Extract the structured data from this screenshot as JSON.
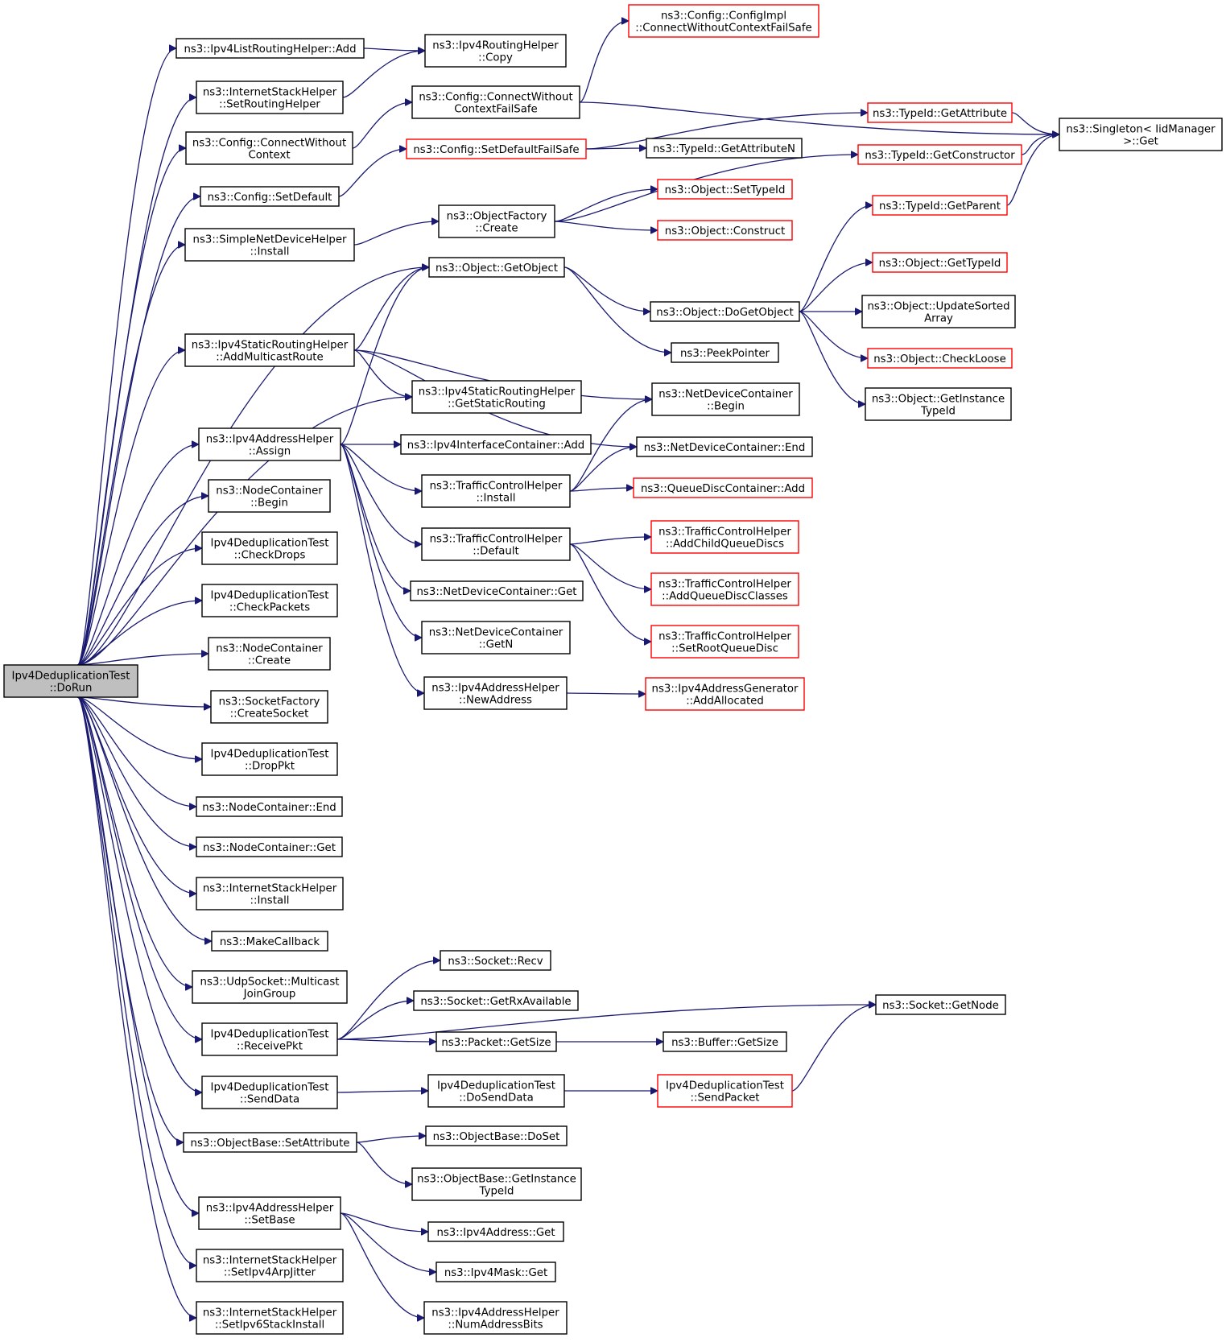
{
  "diagram": {
    "root_node": "Ipv4DeduplicationTest::DoRun",
    "nodes": [
      {
        "id": "root",
        "lines": [
          "Ipv4DeduplicationTest",
          "::DoRun"
        ],
        "style": "root"
      },
      {
        "id": "ilrh_add",
        "lines": [
          "ns3::Ipv4ListRoutingHelper::Add"
        ],
        "style": "black"
      },
      {
        "id": "ish_setrouting",
        "lines": [
          "ns3::InternetStackHelper",
          "::SetRoutingHelper"
        ],
        "style": "black"
      },
      {
        "id": "cfg_cwc",
        "lines": [
          "ns3::Config::ConnectWithout",
          "Context"
        ],
        "style": "black"
      },
      {
        "id": "cfg_setdefault",
        "lines": [
          "ns3::Config::SetDefault"
        ],
        "style": "black"
      },
      {
        "id": "sndh_install",
        "lines": [
          "ns3::SimpleNetDeviceHelper",
          "::Install"
        ],
        "style": "black"
      },
      {
        "id": "isrh_addmc",
        "lines": [
          "ns3::Ipv4StaticRoutingHelper",
          "::AddMulticastRoute"
        ],
        "style": "black"
      },
      {
        "id": "iah_assign",
        "lines": [
          "ns3::Ipv4AddressHelper",
          "::Assign"
        ],
        "style": "black"
      },
      {
        "id": "nc_begin",
        "lines": [
          "ns3::NodeContainer",
          "::Begin"
        ],
        "style": "black"
      },
      {
        "id": "idt_checkdrops",
        "lines": [
          "Ipv4DeduplicationTest",
          "::CheckDrops"
        ],
        "style": "black"
      },
      {
        "id": "idt_checkpackets",
        "lines": [
          "Ipv4DeduplicationTest",
          "::CheckPackets"
        ],
        "style": "black"
      },
      {
        "id": "nc_create",
        "lines": [
          "ns3::NodeContainer",
          "::Create"
        ],
        "style": "black"
      },
      {
        "id": "sf_createsocket",
        "lines": [
          "ns3::SocketFactory",
          "::CreateSocket"
        ],
        "style": "black"
      },
      {
        "id": "idt_droppkt",
        "lines": [
          "Ipv4DeduplicationTest",
          "::DropPkt"
        ],
        "style": "black"
      },
      {
        "id": "nc_end",
        "lines": [
          "ns3::NodeContainer::End"
        ],
        "style": "black"
      },
      {
        "id": "nc_get",
        "lines": [
          "ns3::NodeContainer::Get"
        ],
        "style": "black"
      },
      {
        "id": "ish_install",
        "lines": [
          "ns3::InternetStackHelper",
          "::Install"
        ],
        "style": "black"
      },
      {
        "id": "makecallback",
        "lines": [
          "ns3::MakeCallback"
        ],
        "style": "black"
      },
      {
        "id": "udp_mcjoin",
        "lines": [
          "ns3::UdpSocket::Multicast",
          "JoinGroup"
        ],
        "style": "black"
      },
      {
        "id": "idt_receivepkt",
        "lines": [
          "Ipv4DeduplicationTest",
          "::ReceivePkt"
        ],
        "style": "black"
      },
      {
        "id": "idt_senddata",
        "lines": [
          "Ipv4DeduplicationTest",
          "::SendData"
        ],
        "style": "black"
      },
      {
        "id": "ob_setattr",
        "lines": [
          "ns3::ObjectBase::SetAttribute"
        ],
        "style": "black"
      },
      {
        "id": "iah_setbase",
        "lines": [
          "ns3::Ipv4AddressHelper",
          "::SetBase"
        ],
        "style": "black"
      },
      {
        "id": "ish_arpjitter",
        "lines": [
          "ns3::InternetStackHelper",
          "::SetIpv4ArpJitter"
        ],
        "style": "black"
      },
      {
        "id": "ish_ipv6",
        "lines": [
          "ns3::InternetStackHelper",
          "::SetIpv6StackInstall"
        ],
        "style": "black"
      },
      {
        "id": "irh_copy",
        "lines": [
          "ns3::Ipv4RoutingHelper",
          "::Copy"
        ],
        "style": "black"
      },
      {
        "id": "cfg_cwcfs",
        "lines": [
          "ns3::Config::ConnectWithout",
          "ContextFailSafe"
        ],
        "style": "black"
      },
      {
        "id": "cfg_sdfs",
        "lines": [
          "ns3::Config::SetDefaultFailSafe"
        ],
        "style": "red"
      },
      {
        "id": "of_create",
        "lines": [
          "ns3::ObjectFactory",
          "::Create"
        ],
        "style": "black"
      },
      {
        "id": "obj_getobject",
        "lines": [
          "ns3::Object::GetObject"
        ],
        "style": "black"
      },
      {
        "id": "isrh_getstatic",
        "lines": [
          "ns3::Ipv4StaticRoutingHelper",
          "::GetStaticRouting"
        ],
        "style": "black"
      },
      {
        "id": "iic_add",
        "lines": [
          "ns3::Ipv4InterfaceContainer::Add"
        ],
        "style": "black"
      },
      {
        "id": "tch_install",
        "lines": [
          "ns3::TrafficControlHelper",
          "::Install"
        ],
        "style": "black"
      },
      {
        "id": "tch_default",
        "lines": [
          "ns3::TrafficControlHelper",
          "::Default"
        ],
        "style": "black"
      },
      {
        "id": "ndc_get",
        "lines": [
          "ns3::NetDeviceContainer::Get"
        ],
        "style": "black"
      },
      {
        "id": "ndc_getn",
        "lines": [
          "ns3::NetDeviceContainer",
          "::GetN"
        ],
        "style": "black"
      },
      {
        "id": "iah_newaddr",
        "lines": [
          "ns3::Ipv4AddressHelper",
          "::NewAddress"
        ],
        "style": "black"
      },
      {
        "id": "sock_recv",
        "lines": [
          "ns3::Socket::Recv"
        ],
        "style": "black"
      },
      {
        "id": "sock_getrx",
        "lines": [
          "ns3::Socket::GetRxAvailable"
        ],
        "style": "black"
      },
      {
        "id": "pkt_getsize",
        "lines": [
          "ns3::Packet::GetSize"
        ],
        "style": "black"
      },
      {
        "id": "idt_dosenddata",
        "lines": [
          "Ipv4DeduplicationTest",
          "::DoSendData"
        ],
        "style": "black"
      },
      {
        "id": "ob_doset",
        "lines": [
          "ns3::ObjectBase::DoSet"
        ],
        "style": "black"
      },
      {
        "id": "ob_getinstancetid",
        "lines": [
          "ns3::ObjectBase::GetInstance",
          "TypeId"
        ],
        "style": "black"
      },
      {
        "id": "ia_get",
        "lines": [
          "ns3::Ipv4Address::Get"
        ],
        "style": "black"
      },
      {
        "id": "im_get",
        "lines": [
          "ns3::Ipv4Mask::Get"
        ],
        "style": "black"
      },
      {
        "id": "iah_numbits",
        "lines": [
          "ns3::Ipv4AddressHelper",
          "::NumAddressBits"
        ],
        "style": "black"
      },
      {
        "id": "cfgimpl_cwcfs",
        "lines": [
          "ns3::Config::ConfigImpl",
          "::ConnectWithoutContextFailSafe"
        ],
        "style": "red"
      },
      {
        "id": "tid_getattr",
        "lines": [
          "ns3::TypeId::GetAttribute"
        ],
        "style": "red"
      },
      {
        "id": "tid_getattrn",
        "lines": [
          "ns3::TypeId::GetAttributeN"
        ],
        "style": "black"
      },
      {
        "id": "tid_getctor",
        "lines": [
          "ns3::TypeId::GetConstructor"
        ],
        "style": "red"
      },
      {
        "id": "obj_settid",
        "lines": [
          "ns3::Object::SetTypeId"
        ],
        "style": "red"
      },
      {
        "id": "tid_getparent",
        "lines": [
          "ns3::TypeId::GetParent"
        ],
        "style": "red"
      },
      {
        "id": "obj_construct",
        "lines": [
          "ns3::Object::Construct"
        ],
        "style": "red"
      },
      {
        "id": "obj_gettid",
        "lines": [
          "ns3::Object::GetTypeId"
        ],
        "style": "red"
      },
      {
        "id": "obj_dogetobject",
        "lines": [
          "ns3::Object::DoGetObject"
        ],
        "style": "black"
      },
      {
        "id": "obj_updsorted",
        "lines": [
          "ns3::Object::UpdateSorted",
          "Array"
        ],
        "style": "black"
      },
      {
        "id": "peekpointer",
        "lines": [
          "ns3::PeekPointer"
        ],
        "style": "black"
      },
      {
        "id": "obj_checkloose",
        "lines": [
          "ns3::Object::CheckLoose"
        ],
        "style": "red"
      },
      {
        "id": "ndc_begin",
        "lines": [
          "ns3::NetDeviceContainer",
          "::Begin"
        ],
        "style": "black"
      },
      {
        "id": "obj_getinsttid",
        "lines": [
          "ns3::Object::GetInstance",
          "TypeId"
        ],
        "style": "black"
      },
      {
        "id": "ndc_end",
        "lines": [
          "ns3::NetDeviceContainer::End"
        ],
        "style": "black"
      },
      {
        "id": "qdc_add",
        "lines": [
          "ns3::QueueDiscContainer::Add"
        ],
        "style": "red"
      },
      {
        "id": "tch_addchild",
        "lines": [
          "ns3::TrafficControlHelper",
          "::AddChildQueueDiscs"
        ],
        "style": "red"
      },
      {
        "id": "tch_addclasses",
        "lines": [
          "ns3::TrafficControlHelper",
          "::AddQueueDiscClasses"
        ],
        "style": "red"
      },
      {
        "id": "tch_setroot",
        "lines": [
          "ns3::TrafficControlHelper",
          "::SetRootQueueDisc"
        ],
        "style": "red"
      },
      {
        "id": "iag_addalloc",
        "lines": [
          "ns3::Ipv4AddressGenerator",
          "::AddAllocated"
        ],
        "style": "red"
      },
      {
        "id": "singleton_get",
        "lines": [
          "ns3::Singleton< IidManager",
          ">::Get"
        ],
        "style": "black"
      },
      {
        "id": "sock_getnode",
        "lines": [
          "ns3::Socket::GetNode"
        ],
        "style": "black"
      },
      {
        "id": "buf_getsize",
        "lines": [
          "ns3::Buffer::GetSize"
        ],
        "style": "black"
      },
      {
        "id": "idt_sendpacket",
        "lines": [
          "Ipv4DeduplicationTest",
          "::SendPacket"
        ],
        "style": "red"
      }
    ],
    "edges": [
      [
        "root",
        "ilrh_add"
      ],
      [
        "root",
        "ish_setrouting"
      ],
      [
        "root",
        "cfg_cwc"
      ],
      [
        "root",
        "cfg_setdefault"
      ],
      [
        "root",
        "sndh_install"
      ],
      [
        "root",
        "obj_getobject"
      ],
      [
        "root",
        "isrh_addmc"
      ],
      [
        "root",
        "isrh_getstatic"
      ],
      [
        "root",
        "iah_assign"
      ],
      [
        "root",
        "nc_begin"
      ],
      [
        "root",
        "idt_checkdrops"
      ],
      [
        "root",
        "idt_checkpackets"
      ],
      [
        "root",
        "nc_create"
      ],
      [
        "root",
        "sf_createsocket"
      ],
      [
        "root",
        "idt_droppkt"
      ],
      [
        "root",
        "nc_end"
      ],
      [
        "root",
        "nc_get"
      ],
      [
        "root",
        "ish_install"
      ],
      [
        "root",
        "makecallback"
      ],
      [
        "root",
        "udp_mcjoin"
      ],
      [
        "root",
        "idt_receivepkt"
      ],
      [
        "root",
        "idt_senddata"
      ],
      [
        "root",
        "ob_setattr"
      ],
      [
        "root",
        "iah_setbase"
      ],
      [
        "root",
        "ish_arpjitter"
      ],
      [
        "root",
        "ish_ipv6"
      ],
      [
        "ilrh_add",
        "irh_copy"
      ],
      [
        "ish_setrouting",
        "irh_copy"
      ],
      [
        "cfg_cwc",
        "cfg_cwcfs"
      ],
      [
        "cfg_setdefault",
        "cfg_sdfs"
      ],
      [
        "sndh_install",
        "of_create"
      ],
      [
        "isrh_addmc",
        "obj_getobject"
      ],
      [
        "isrh_addmc",
        "isrh_getstatic"
      ],
      [
        "isrh_addmc",
        "ndc_begin"
      ],
      [
        "isrh_addmc",
        "ndc_end"
      ],
      [
        "iah_assign",
        "obj_getobject"
      ],
      [
        "iah_assign",
        "iic_add"
      ],
      [
        "iah_assign",
        "tch_install"
      ],
      [
        "iah_assign",
        "tch_default"
      ],
      [
        "iah_assign",
        "ndc_get"
      ],
      [
        "iah_assign",
        "ndc_getn"
      ],
      [
        "iah_assign",
        "iah_newaddr"
      ],
      [
        "idt_receivepkt",
        "sock_recv"
      ],
      [
        "idt_receivepkt",
        "sock_getrx"
      ],
      [
        "idt_receivepkt",
        "pkt_getsize"
      ],
      [
        "idt_receivepkt",
        "sock_getnode"
      ],
      [
        "idt_senddata",
        "idt_dosenddata"
      ],
      [
        "ob_setattr",
        "ob_doset"
      ],
      [
        "ob_setattr",
        "ob_getinstancetid"
      ],
      [
        "iah_setbase",
        "ia_get"
      ],
      [
        "iah_setbase",
        "im_get"
      ],
      [
        "iah_setbase",
        "iah_numbits"
      ],
      [
        "cfg_cwcfs",
        "cfgimpl_cwcfs"
      ],
      [
        "cfg_cwcfs",
        "singleton_get"
      ],
      [
        "cfg_sdfs",
        "tid_getattr"
      ],
      [
        "cfg_sdfs",
        "tid_getattrn"
      ],
      [
        "of_create",
        "obj_settid"
      ],
      [
        "of_create",
        "obj_construct"
      ],
      [
        "of_create",
        "tid_getctor"
      ],
      [
        "obj_getobject",
        "obj_dogetobject"
      ],
      [
        "obj_getobject",
        "peekpointer"
      ],
      [
        "obj_dogetobject",
        "tid_getparent"
      ],
      [
        "obj_dogetobject",
        "obj_gettid"
      ],
      [
        "obj_dogetobject",
        "obj_updsorted"
      ],
      [
        "obj_dogetobject",
        "obj_checkloose"
      ],
      [
        "obj_dogetobject",
        "obj_getinsttid"
      ],
      [
        "tch_install",
        "ndc_begin"
      ],
      [
        "tch_install",
        "ndc_end"
      ],
      [
        "tch_install",
        "qdc_add"
      ],
      [
        "tch_default",
        "tch_addchild"
      ],
      [
        "tch_default",
        "tch_addclasses"
      ],
      [
        "tch_default",
        "tch_setroot"
      ],
      [
        "iah_newaddr",
        "iag_addalloc"
      ],
      [
        "tid_getattr",
        "singleton_get"
      ],
      [
        "tid_getctor",
        "singleton_get"
      ],
      [
        "tid_getparent",
        "singleton_get"
      ],
      [
        "pkt_getsize",
        "buf_getsize"
      ],
      [
        "idt_dosenddata",
        "idt_sendpacket"
      ],
      [
        "idt_sendpacket",
        "sock_getnode"
      ]
    ]
  }
}
